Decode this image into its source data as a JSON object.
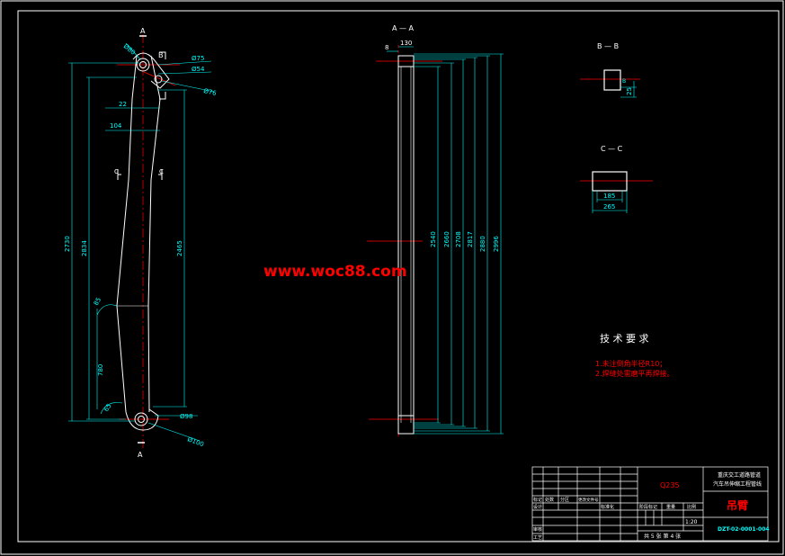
{
  "views": {
    "section_aa": "A — A",
    "section_bb": "B — B",
    "section_cc": "C — C"
  },
  "side_view": {
    "marker_a": "A",
    "marker_b": "B",
    "marker_c": "C",
    "dims": {
      "d80_top": "Ø80",
      "d75": "Ø75",
      "d54": "Ø54",
      "d76": "Ø76",
      "w22": "22",
      "w104": "104",
      "h2730": "2730",
      "h2834": "2834",
      "h2465": "2465",
      "a85": "85",
      "h780": "780",
      "a65": "65",
      "d98": "Ø98",
      "d100": "Ø100"
    }
  },
  "section_aa_view": {
    "dims": {
      "w8": "8",
      "w130": "130",
      "h2540": "2540",
      "h2660": "2660",
      "h2708": "2708",
      "h2817": "2817",
      "h2880": "2880",
      "h2996": "2996"
    }
  },
  "section_bb_view": {
    "dims": {
      "h25": "25"
    }
  },
  "section_cc_view": {
    "dims": {
      "w185": "185",
      "w265": "265"
    }
  },
  "watermark": "www.woc88.com",
  "tech_req": {
    "title": "技 术 要 求",
    "items": [
      "1.未注倒角半径R10；",
      "2.焊缝处需磨平再焊接。"
    ]
  },
  "title_block": {
    "material": "Q235",
    "organization": [
      "重庆交工道路管道",
      "汽车吊伸缩工程管线"
    ],
    "drawing_name": "吊臂",
    "drawing_no": "DZT-02-0001-004",
    "scale": "1:20",
    "sheet_info": "共 5 张  第 4 张",
    "rows": {
      "mark": "标记",
      "count": "处数",
      "zone": "分区",
      "doc_no": "更改文件号",
      "design": "设计",
      "standardize": "标准化",
      "stage_mark": "阶段标记",
      "weight": "重量",
      "ratio": "比例",
      "review": "审核",
      "craft": "工艺"
    }
  },
  "colors": {
    "background": "#000000",
    "outline": "#ffffff",
    "dimension": "#00ffff",
    "centerline": "#ff0000",
    "watermark": "#ff0000",
    "drawing_name": "#ff0000",
    "drawing_no": "#00ffff"
  }
}
